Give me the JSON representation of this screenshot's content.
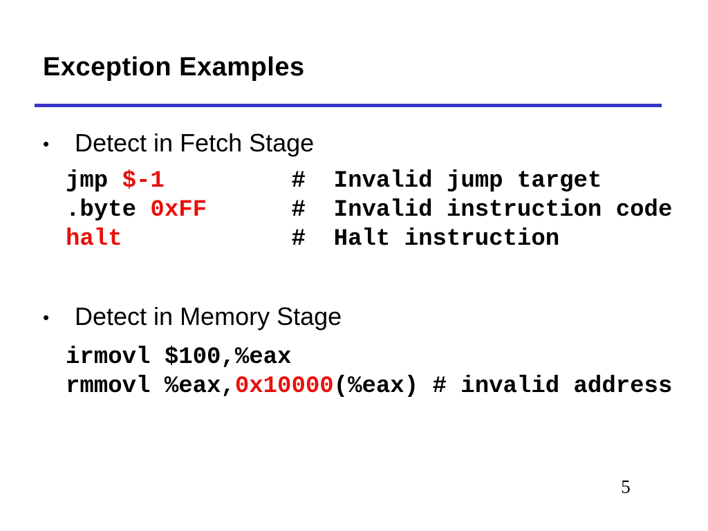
{
  "palette": {
    "accent_blue": "#3935c8",
    "code_red": "#e8100c",
    "text_black": "#000000"
  },
  "slide": {
    "title": "Exception Examples",
    "page_number": "5"
  },
  "sections": [
    {
      "bullet": "•",
      "heading": "Detect in Fetch Stage",
      "code_lines": [
        {
          "segments": [
            {
              "text": "jmp ",
              "color": "black"
            },
            {
              "text": "$-1",
              "color": "red"
            },
            {
              "text": "         #  Invalid jump target",
              "color": "black"
            }
          ]
        },
        {
          "segments": [
            {
              "text": ".byte ",
              "color": "black"
            },
            {
              "text": "0xFF",
              "color": "red"
            },
            {
              "text": "      #  Invalid instruction code",
              "color": "black"
            }
          ]
        },
        {
          "segments": [
            {
              "text": "halt",
              "color": "red"
            },
            {
              "text": "            #  Halt instruction",
              "color": "black"
            }
          ]
        }
      ]
    },
    {
      "bullet": "•",
      "heading": "Detect in Memory Stage",
      "code_lines": [
        {
          "segments": [
            {
              "text": "irmovl $100,%eax",
              "color": "black"
            }
          ]
        },
        {
          "segments": [
            {
              "text": "rmmovl %eax,",
              "color": "black"
            },
            {
              "text": "0x10000",
              "color": "red"
            },
            {
              "text": "(%eax) # invalid address",
              "color": "black"
            }
          ]
        }
      ]
    }
  ]
}
